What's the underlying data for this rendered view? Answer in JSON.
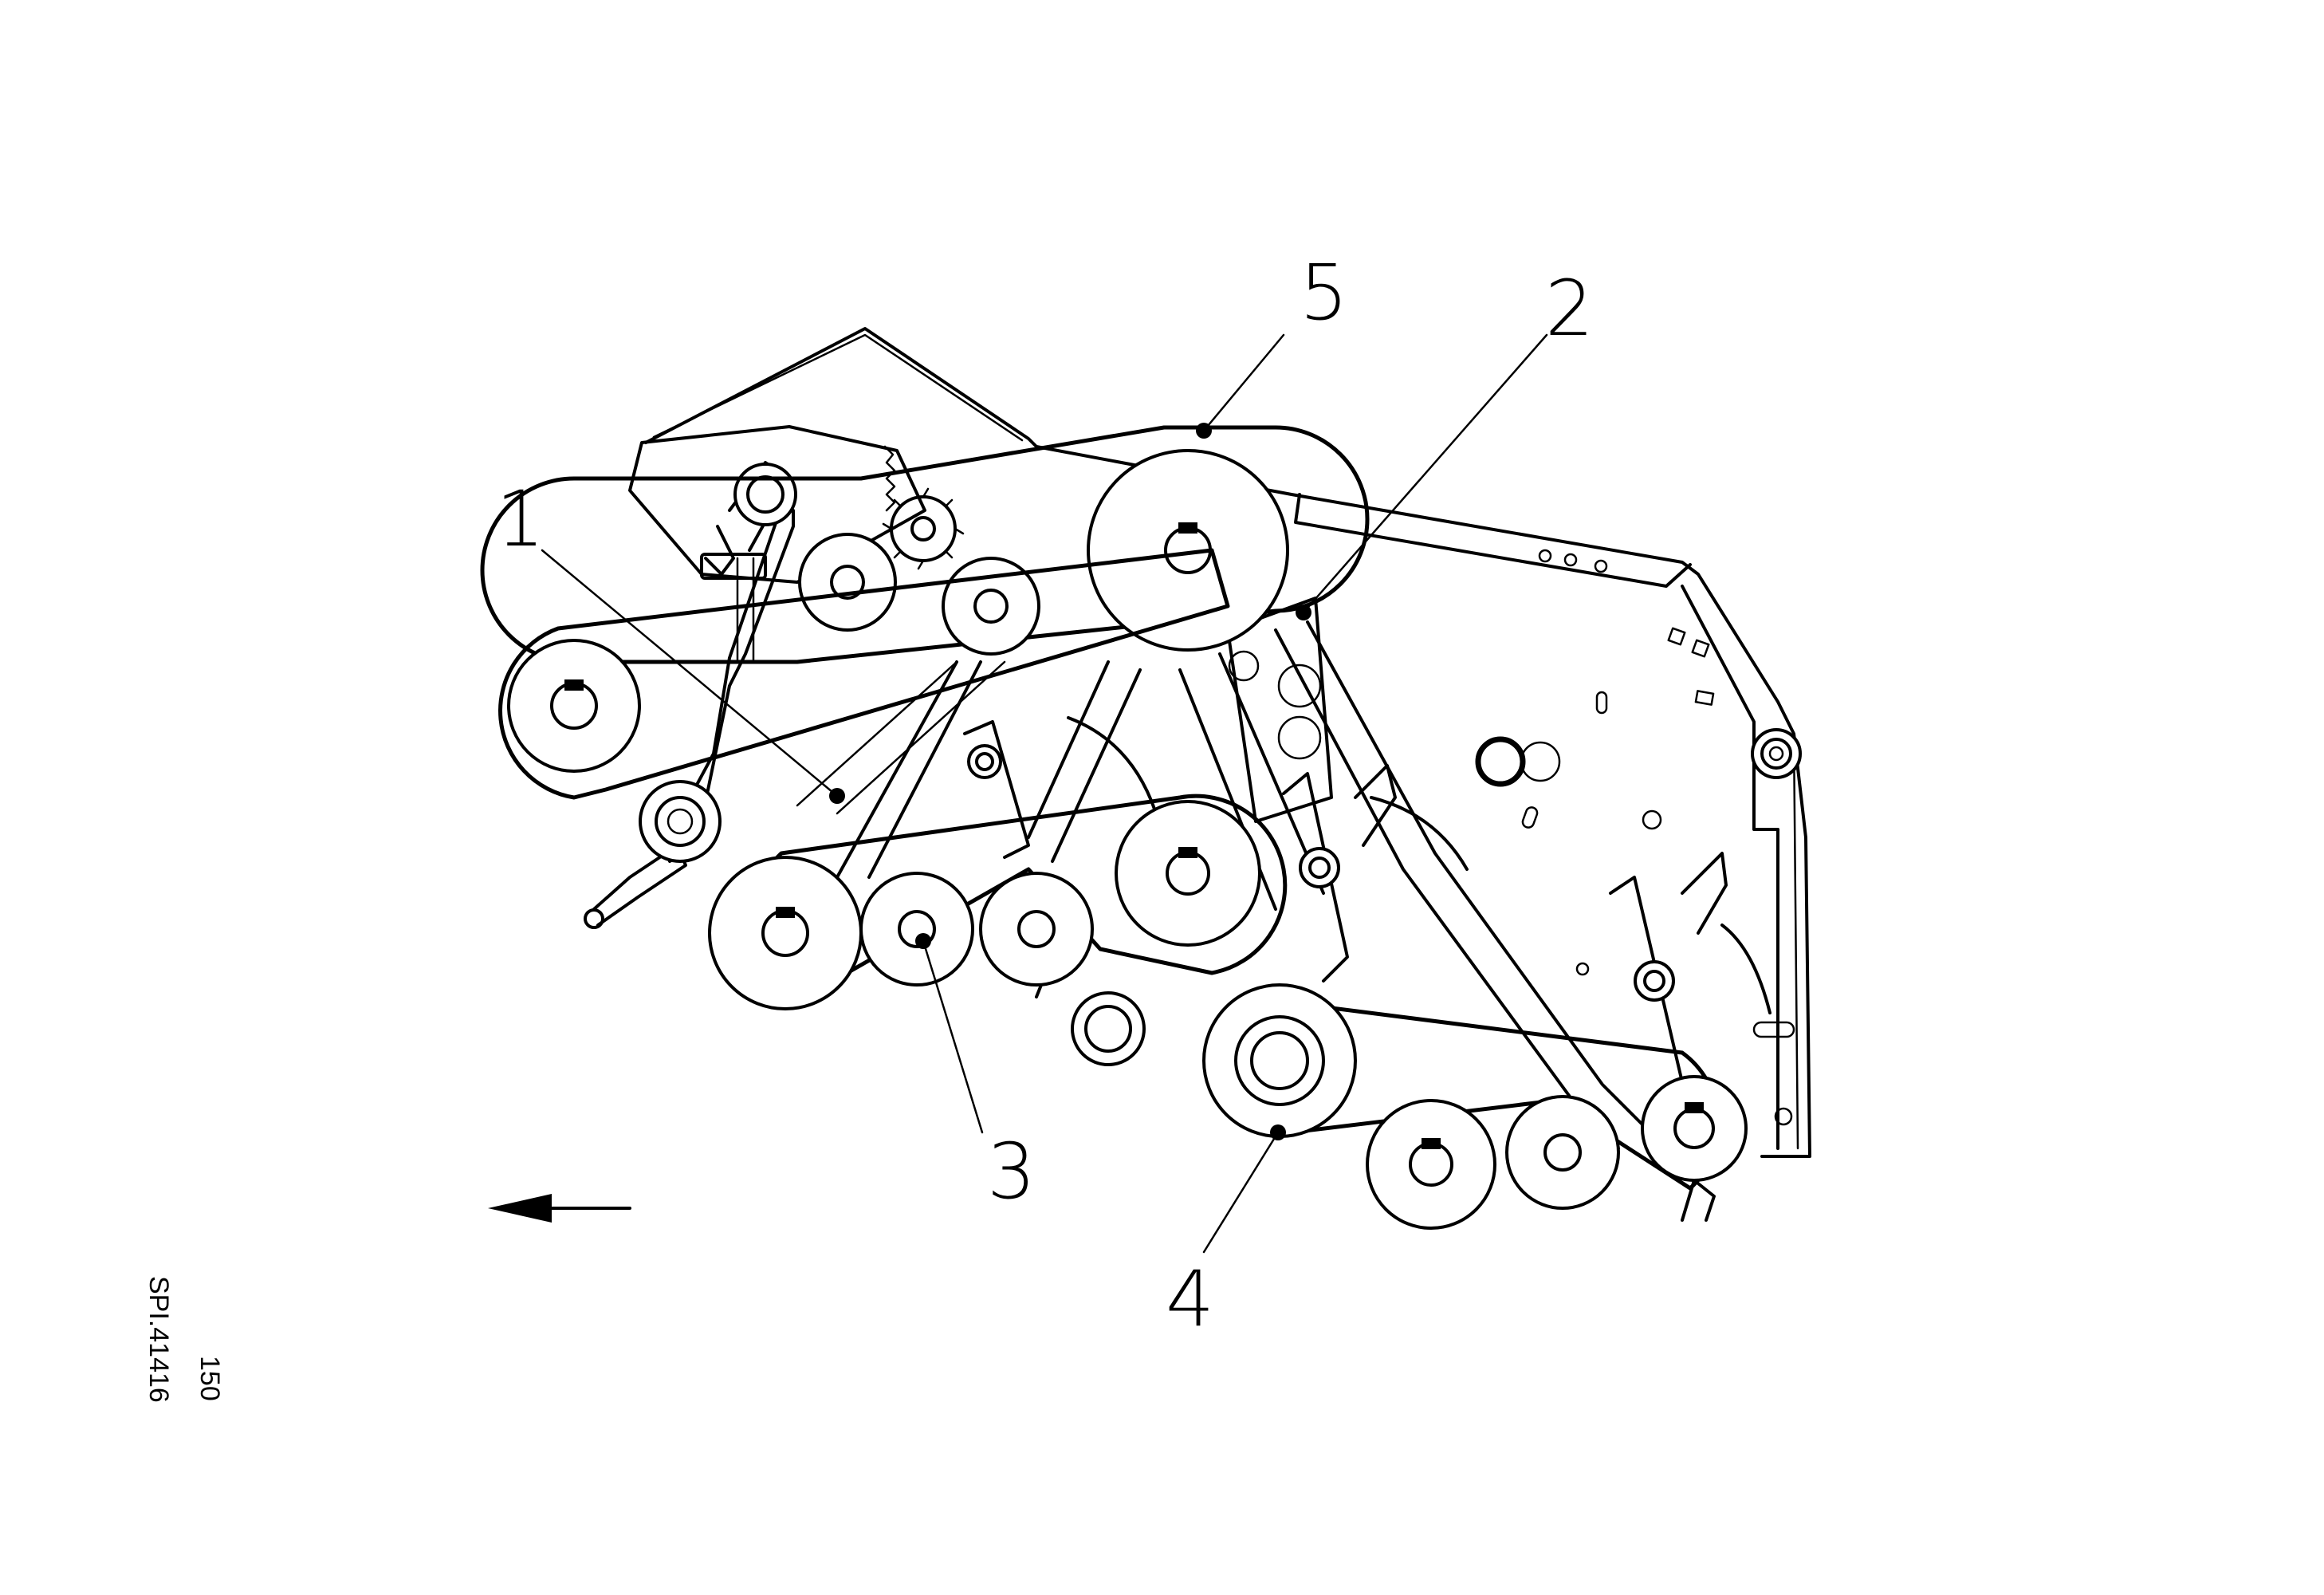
{
  "callouts": [
    {
      "id": "1",
      "label": "1"
    },
    {
      "id": "2",
      "label": "2"
    },
    {
      "id": "3",
      "label": "3"
    },
    {
      "id": "4",
      "label": "4"
    },
    {
      "id": "5",
      "label": "5"
    }
  ],
  "drawing_ref": {
    "code": "SPI.41416",
    "number": "150"
  },
  "direction_arrow": "left-arrow-icon"
}
